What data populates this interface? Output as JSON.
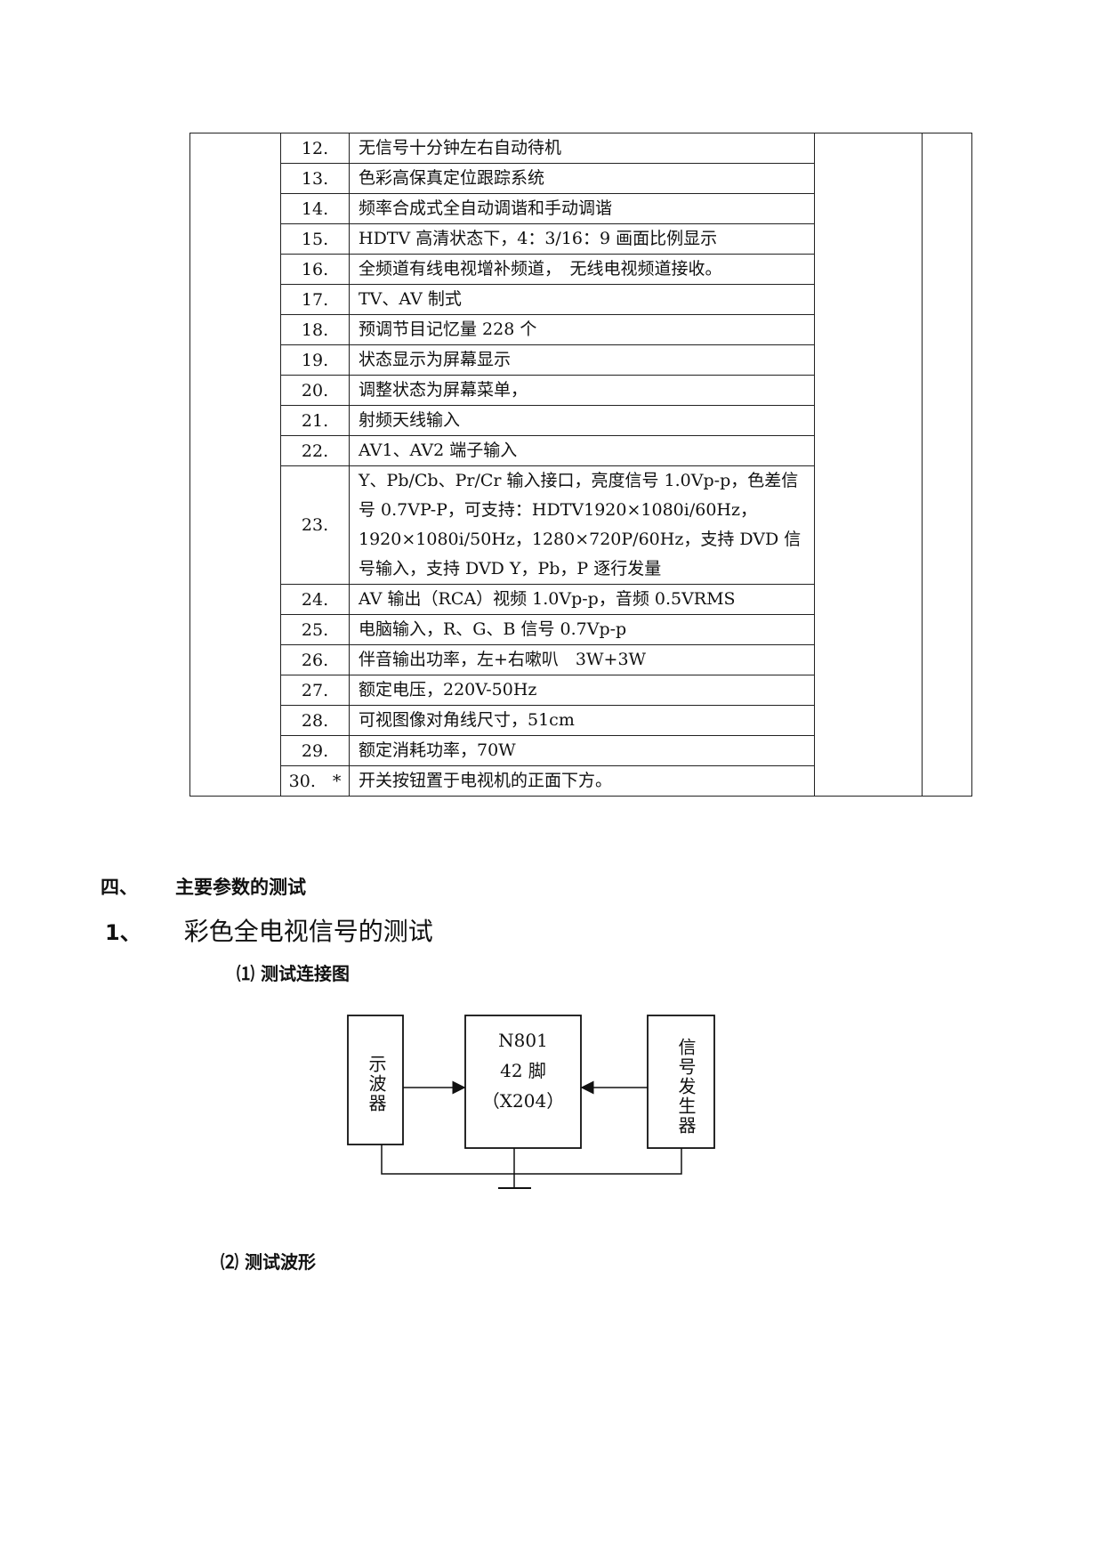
{
  "table": {
    "rows": [
      {
        "num": "12.",
        "text": "无信号十分钟左右自动待机"
      },
      {
        "num": "13.",
        "text": "色彩高保真定位跟踪系统"
      },
      {
        "num": "14.",
        "text": "频率合成式全自动调谐和手动调谐"
      },
      {
        "num": "15.",
        "text": "HDTV 高清状态下，4：3/16：9 画面比例显示"
      },
      {
        "num": "16.",
        "text": "全频道有线电视增补频道，　无线电视频道接收。"
      },
      {
        "num": "17.",
        "text": "TV、AV 制式"
      },
      {
        "num": "18.",
        "text": "预调节目记忆量 228 个"
      },
      {
        "num": "19.",
        "text": "状态显示为屏幕显示"
      },
      {
        "num": "20.",
        "text": "调整状态为屏幕菜单，"
      },
      {
        "num": "21.",
        "text": "射频天线输入"
      },
      {
        "num": "22.",
        "text": "AV1、AV2 端子输入"
      },
      {
        "num": "23.",
        "text": "Y、Pb/Cb、Pr/Cr 输入接口，亮度信号 1.0Vp-p，色差信号 0.7VP-P，可支持：HDTV1920×1080i/60Hz，1920×1080i/50Hz，1280×720P/60Hz，支持 DVD 信号输入，支持 DVD Y，Pb，P 逐行发量"
      },
      {
        "num": "24.",
        "text": "AV 输出（RCA）视频 1.0Vp-p，音频 0.5VRMS"
      },
      {
        "num": "25.",
        "text": "电脑输入，R、G、B 信号 0.7Vp-p"
      },
      {
        "num": "26.",
        "text": "伴音输出功率，左+右嗽叭　3W+3W"
      },
      {
        "num": "27.",
        "text": "额定电压，220V-50Hz"
      },
      {
        "num": "28.",
        "text": "可视图像对角线尺寸，51cm"
      },
      {
        "num": "29.",
        "text": "额定消耗功率，70W"
      },
      {
        "num": "30.　*",
        "text": "开关按钮置于电视机的正面下方。"
      }
    ]
  },
  "section": {
    "index": "四、",
    "title": "主要参数的测试"
  },
  "subsection": {
    "index": "1、",
    "title": "彩色全电视信号的测试"
  },
  "item1": "⑴ 测试连接图",
  "item2": "⑵ 测试波形",
  "diagram": {
    "left_box": "示波器",
    "center_box": [
      "N801",
      "42 脚",
      "（X204）"
    ],
    "right_box": "信号发生器"
  }
}
